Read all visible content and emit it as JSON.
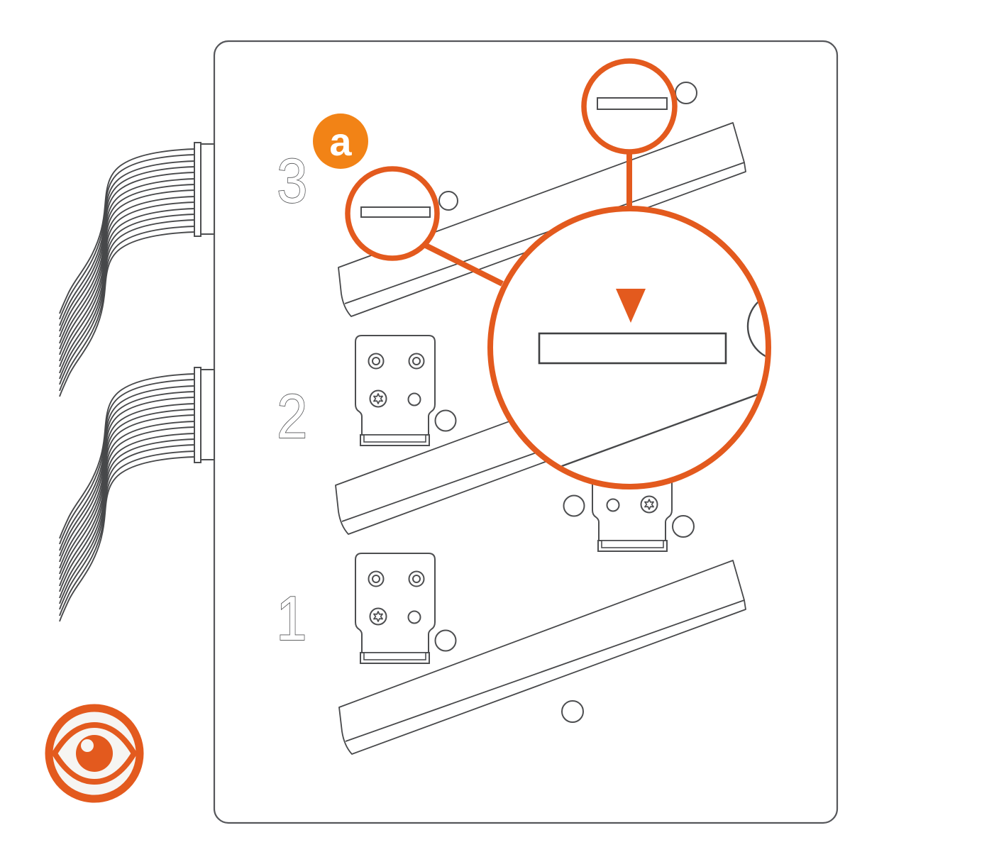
{
  "document": {
    "type": "assembly-instruction-diagram",
    "badge_label": "a",
    "step_numbers": [
      {
        "label": "3"
      },
      {
        "label": "2"
      },
      {
        "label": "1"
      }
    ],
    "icons": [
      "eye-icon",
      "pointer-triangle-icon",
      "torx-screw-icon",
      "grommet-icon"
    ],
    "colors": {
      "orange_primary": "#E35A1E",
      "orange_badge": "#F28316",
      "line_dark": "#4D4E50",
      "panel_fill": "#FFFFFF",
      "icon_inner_bg": "#F6F5F2"
    }
  }
}
